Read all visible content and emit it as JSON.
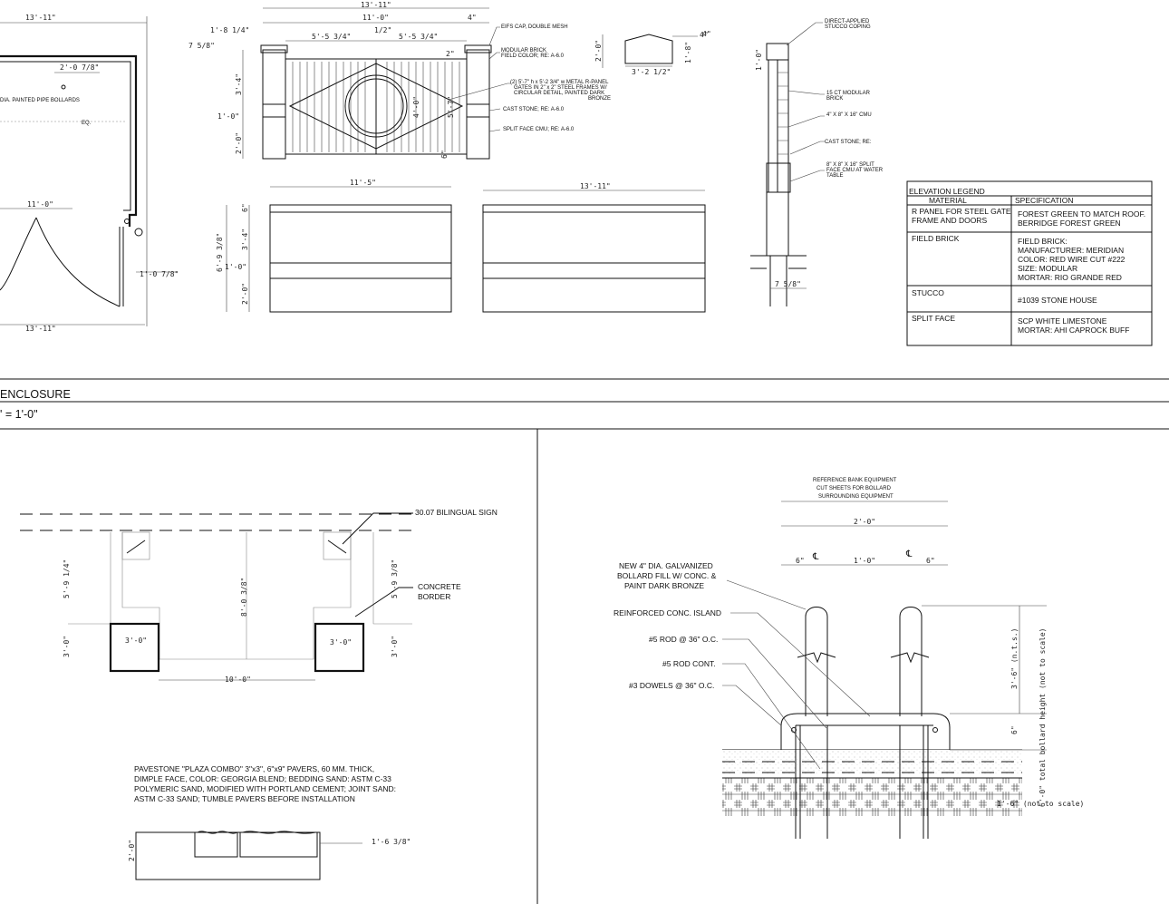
{
  "top_left": {
    "dim_total": "13'-11\"",
    "dim_inner": "2'-0 7/8\"",
    "bollard_note": "DIA. PAINTED PIPE BOLLARDS",
    "eq": "EQ.",
    "dim_gate": "11'-0\"",
    "dim_side": "1'-0 7/8\"",
    "dim_bottom": "13'-11\""
  },
  "gate_elevation": {
    "dim_top": "13'-11\"",
    "dim_gate": "11'-0\"",
    "dim_left": "1'-8 1/4\"",
    "dim_left2": "7 5/8\"",
    "dim_half_l": "5'-5 3/4\"",
    "dim_center": "1/2\"",
    "dim_half_r": "5'-5 3/4\"",
    "dim_4": "4\"",
    "dim_2": "2\"",
    "dim_v1": "3'-4\"",
    "dim_v2": "1'-0\"",
    "dim_v3": "2'-0\"",
    "dim_panel": "4'-0\"",
    "dim_panel2": "5'-7\"",
    "dim_6": "6\"",
    "notes": [
      "EIFS CAP, DOUBLE MESH",
      "MODULAR BRICK FIELD COLOR; RE: A-6.0",
      "(2) 5'-7\" h x 5'-2 3/4\" w METAL R-PANEL GATES IN 2\" x 2\" STEEL FRAMES W/ CIRCULAR DETAIL, PAINTED DARK BRONZE",
      "CAST STONE; RE: A-6.0",
      "SPLIT FACE CMU; RE: A-6.0"
    ]
  },
  "cap_detail": {
    "dim_h": "2'-0\"",
    "dim_4": "4\"",
    "dim_side": "1'-8\"",
    "dim_w": "3'-2 1/2\""
  },
  "side_elevations": {
    "dim_left_w": "11'-5\"",
    "dim_right_w": "13'-11\"",
    "dim_total_h": "6'-9 3/8\"",
    "dim_6": "6\"",
    "dim_brick": "3'-4\"",
    "dim_stone": "1'-0\"",
    "dim_cmu": "2'-0\""
  },
  "wall_section": {
    "dim_4": "4\"",
    "dim_side": "1'-0\"",
    "dim_bottom": "7 5/8\"",
    "notes": [
      "DIRECT-APPLIED STUCCO COPING",
      "15 CT MODULAR BRICK",
      "4\" X 8\" X 16\" CMU",
      "CAST STONE; RE:",
      "8\" X 8\" X 16\" SPLIT FACE CMU AT WATER TABLE"
    ]
  },
  "legend": {
    "title": "ELEVATION LEGEND",
    "col_material": "MATERIAL",
    "col_spec": "SPECIFICATION",
    "rows": [
      {
        "material": [
          "R PANEL FOR STEEL GATE",
          "FRAME AND DOORS"
        ],
        "spec": [
          "FOREST GREEN TO MATCH ROOF.",
          "BERRIDGE FOREST GREEN"
        ]
      },
      {
        "material": [
          "FIELD BRICK"
        ],
        "spec": [
          "FIELD BRICK:",
          "MANUFACTURER: MERIDIAN",
          "COLOR:      RED WIRE CUT #222",
          "SIZE: MODULAR",
          "MORTAR:   RIO GRANDE RED"
        ]
      },
      {
        "material": [
          "STUCCO"
        ],
        "spec": [
          "#1039 STONE HOUSE"
        ]
      },
      {
        "material": [
          "SPLIT FACE"
        ],
        "spec": [
          "SCP WHITE LIMESTONE",
          "MORTAR:    AHI CAPROCK BUFF"
        ]
      }
    ]
  },
  "title_block": {
    "title": "ENCLOSURE",
    "scale": "' = 1'-0\""
  },
  "sign_plan": {
    "label_sign": "30.07 BILINGUAL SIGN",
    "label_border": "CONCRETE",
    "label_border2": "BORDER",
    "dim_left": "5'-9 1/4\"",
    "dim_right": "5'-9 3/8\"",
    "dim_center": "8'-0 3/8\"",
    "dim_l3": "3'-0\"",
    "dim_r3": "3'-0\"",
    "dim_sq_l": "3'-0\"",
    "dim_sq_r": "3'-0\"",
    "dim_bottom": "10'-0\""
  },
  "paver_note": [
    "PAVESTONE \"PLAZA COMBO\" 3\"x3\", 6\"x9\" PAVERS, 60 MM. THICK,",
    "DIMPLE FACE, COLOR:  GEORGIA BLEND; BEDDING SAND:  ASTM C-33",
    "POLYMERIC SAND, MODIFIED WITH PORTLAND CEMENT; JOINT SAND:",
    "ASTM C-33 SAND; TUMBLE PAVERS BEFORE INSTALLATION"
  ],
  "curb_detail": {
    "dim_h": "2'-0\"",
    "dim_w": "1'-6 3/8\""
  },
  "bollard_detail": {
    "ref_note": [
      "REFERENCE BANK EQUIPMENT",
      "CUT SHEETS FOR BOLLARD",
      "SURROUNDING EQUIPMENT"
    ],
    "dim_total": "2'-0\"",
    "dim_6l": "6\"",
    "dim_mid": "1'-0\"",
    "dim_6r": "6\"",
    "cl": "℄",
    "notes": [
      [
        "NEW 4\" DIA.  GALVANIZED",
        "BOLLARD FILL W/ CONC. &",
        "PAINT DARK BRONZE"
      ],
      [
        "REINFORCED CONC. ISLAND"
      ],
      [
        "#5 ROD @ 36\" O.C."
      ],
      [
        "#5 ROD CONT."
      ],
      [
        "#3 DOWELS @ 36\" O.C."
      ]
    ],
    "dim_height": "3'-6\" (n.t.s.)",
    "dim_6": "6\"",
    "dim_total_h": "6'-0\" total bollard height (not to scale)",
    "dim_embed": "1'-6\" (not to scale)"
  }
}
